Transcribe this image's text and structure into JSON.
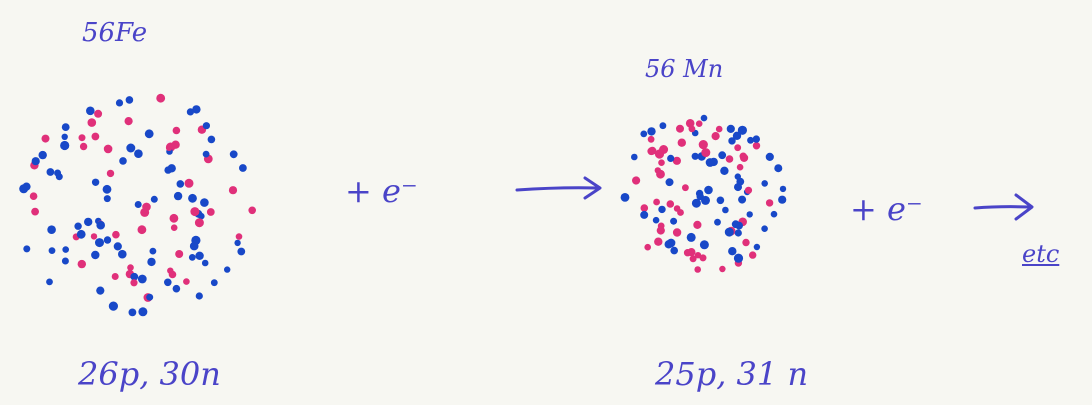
{
  "left_nucleus": {
    "label": "56Fe",
    "counts": "26p, 30n"
  },
  "right_nucleus": {
    "label": "56 Mn",
    "counts": "25p, 31 n"
  },
  "reaction": {
    "electron_1": "+ e⁻",
    "electron_2": "+ e⁻",
    "continuation": "etc"
  },
  "colors": {
    "proton": "#e0307a",
    "neutron": "#1848c8",
    "ink": "#4a44c8",
    "background": "#f7f7f2"
  }
}
